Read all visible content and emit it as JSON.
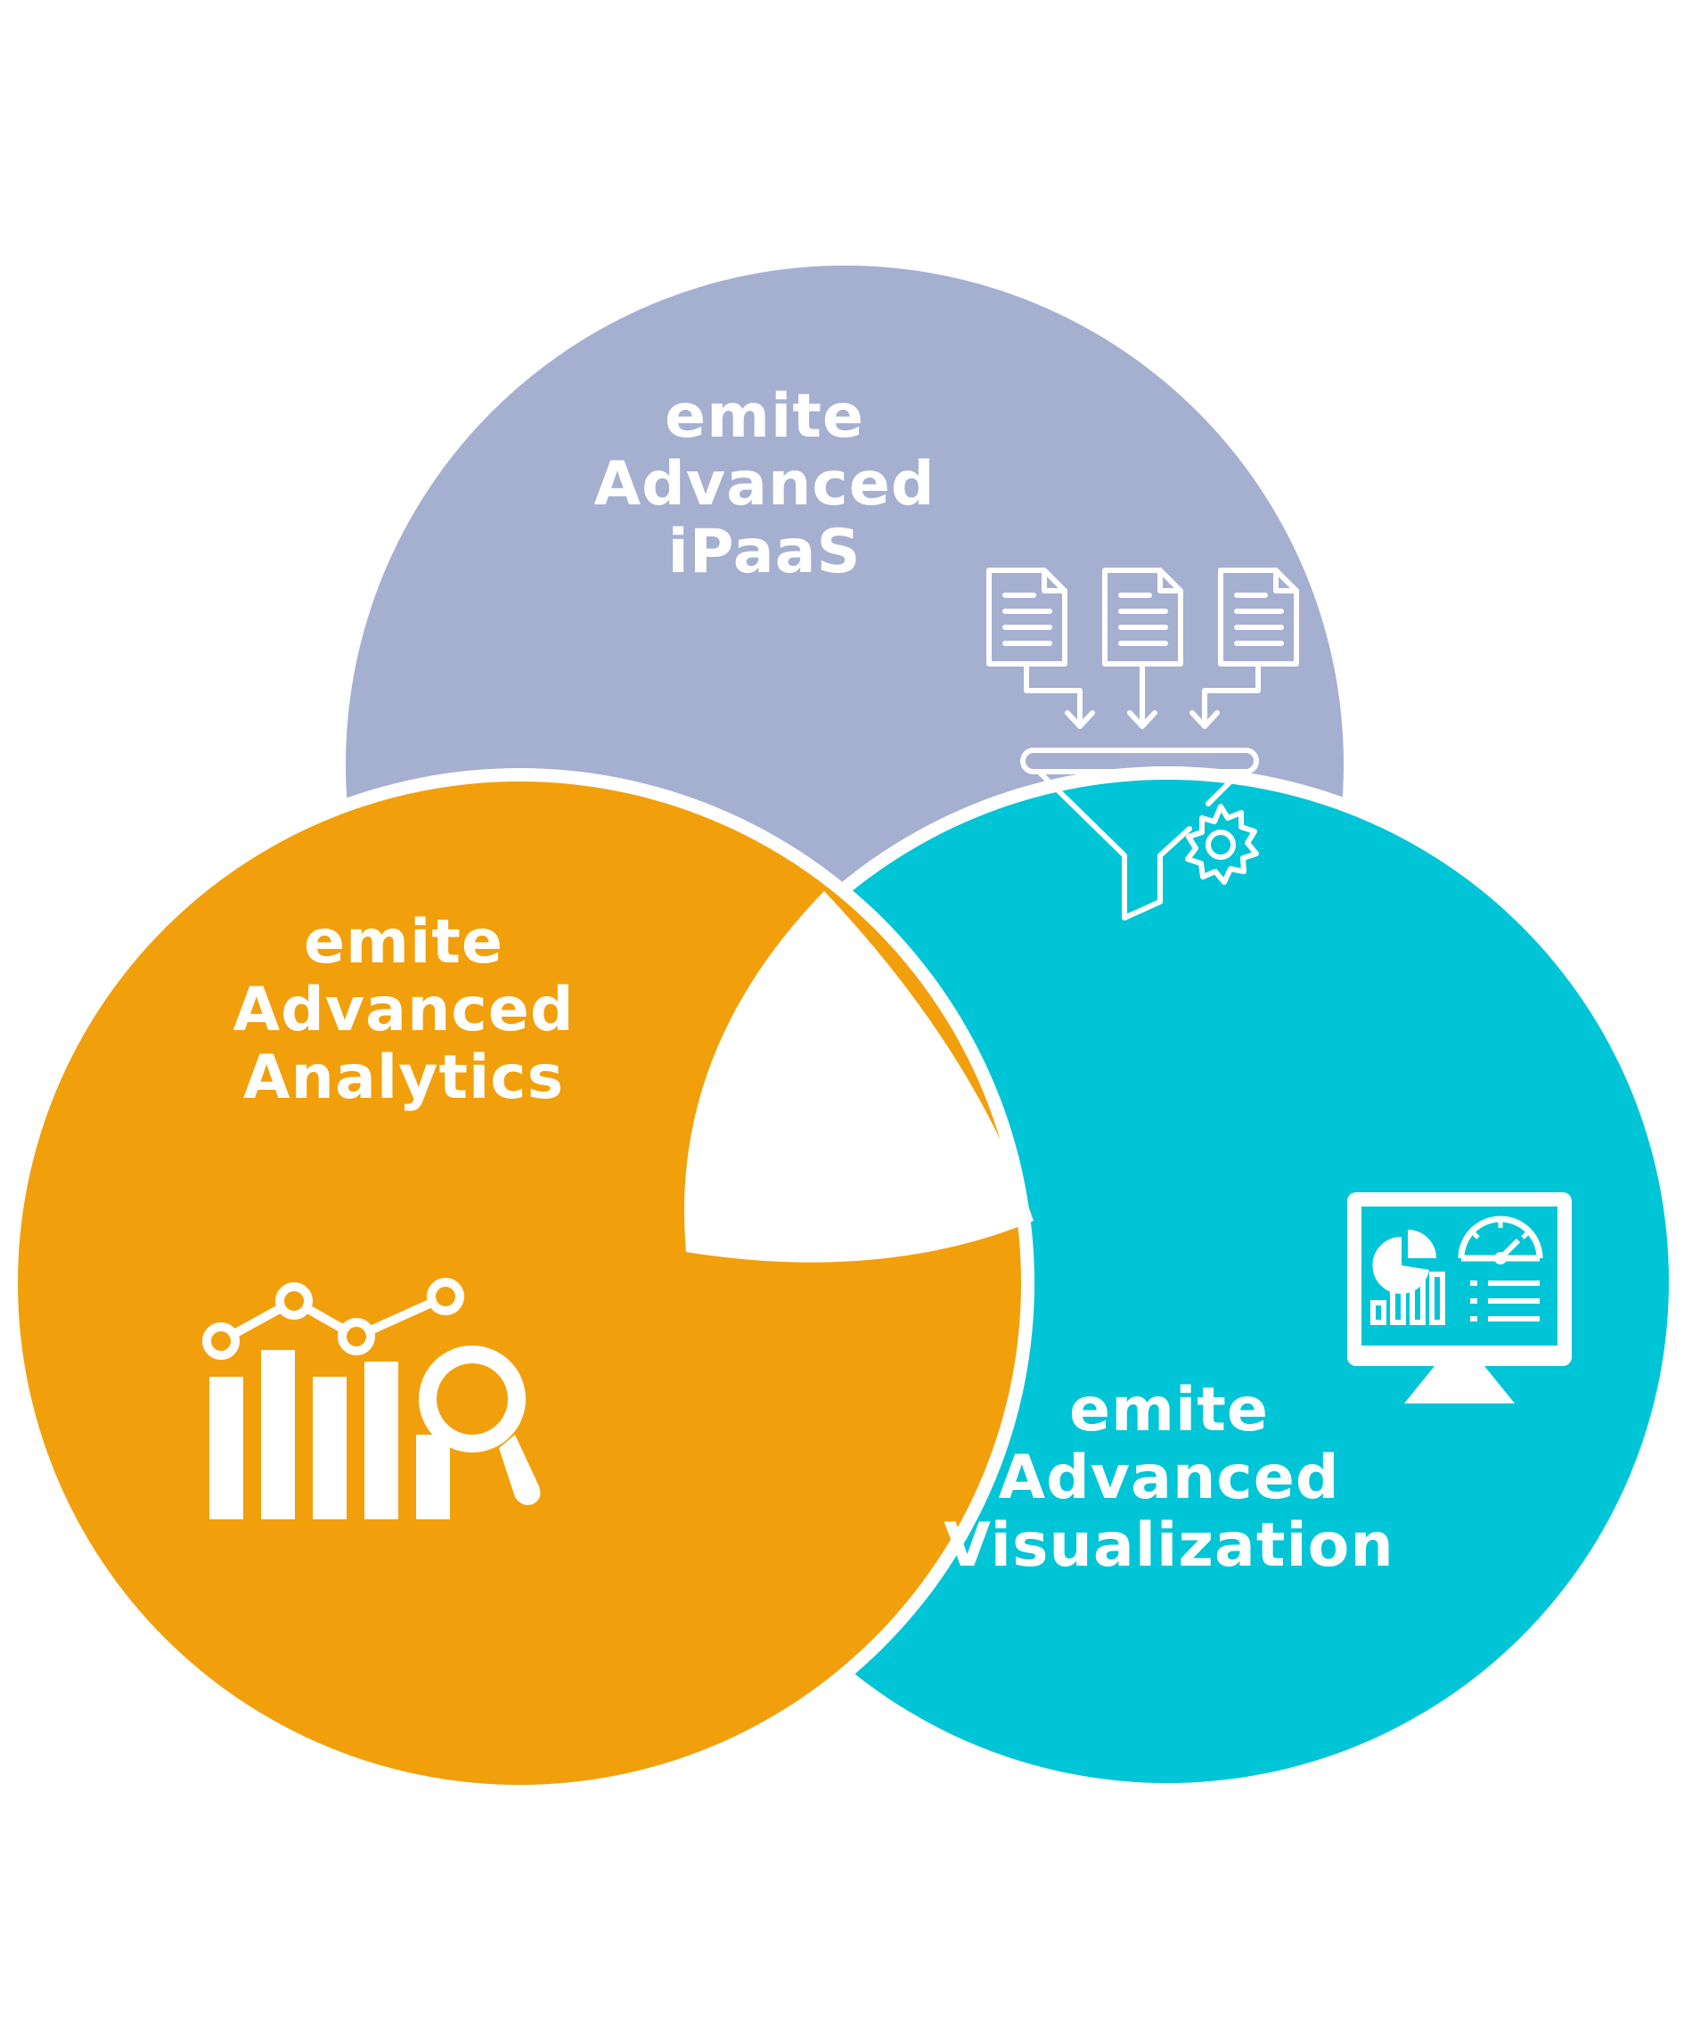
{
  "colors": {
    "ipaas": "#a5b0d0",
    "analytics": "#f29f0c",
    "visualization": "#00c5d6",
    "background": "#ffffff",
    "text": "#ffffff"
  },
  "circles": {
    "ipaas": {
      "line1": "emite",
      "line2": "Advanced",
      "line3": "iPaaS",
      "icon": "data-funnel-icon"
    },
    "analytics": {
      "line1": "emite",
      "line2": "Advanced",
      "line3": "Analytics",
      "icon": "analytics-chart-magnifier-icon"
    },
    "visualization": {
      "line1": "emite",
      "line2": "Advanced",
      "line3": "Visualization",
      "icon": "dashboard-monitor-icon"
    }
  }
}
